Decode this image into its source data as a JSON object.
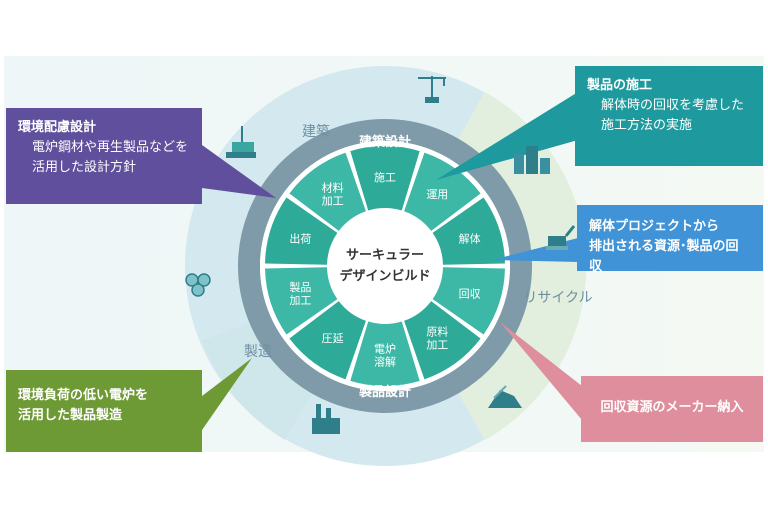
{
  "center_label": [
    "サーキュラー",
    "デザインビルド"
  ],
  "top_band_label": "建築設計",
  "bottom_band_label": "製品設計",
  "outer_labels": {
    "left_top": "建築",
    "left_bottom": "製造",
    "right": "リサイクル"
  },
  "segments": [
    {
      "lines": [
        "施工"
      ]
    },
    {
      "lines": [
        "運用"
      ]
    },
    {
      "lines": [
        "解体"
      ]
    },
    {
      "lines": [
        "回収"
      ]
    },
    {
      "lines": [
        "原料",
        "加工"
      ]
    },
    {
      "lines": [
        "電炉",
        "溶解"
      ]
    },
    {
      "lines": [
        "圧延"
      ]
    },
    {
      "lines": [
        "製品",
        "加工"
      ]
    },
    {
      "lines": [
        "出荷"
      ]
    },
    {
      "lines": [
        "材料",
        "加工"
      ]
    }
  ],
  "callouts": {
    "env_design": {
      "heading": "環境配慮設計",
      "body": [
        "電炉鋼材や再生製品などを",
        "活用した設計方針"
      ]
    },
    "construction": {
      "heading": "製品の施工",
      "body": [
        "解体時の回収を考慮した",
        "施工方法の実施"
      ]
    },
    "demolition": {
      "heading": "解体プロジェクトから",
      "heading2": "排出される資源･製品の回収"
    },
    "low_env": {
      "heading": "環境負荷の低い電炉を",
      "heading2": "活用した製品製造"
    },
    "delivery": {
      "heading": "回収資源のメーカー納入"
    }
  },
  "icons": [
    "crane-icon",
    "hook-load-icon",
    "buildings-icon",
    "excavator-icon",
    "pipes-icon",
    "factory-icon",
    "scrap-pile-icon"
  ],
  "colors": {
    "segment": "#2daa98",
    "segment_alt": "#3db8a6",
    "band": "#7f9aa8",
    "outer_ring_blue": "#d3e9ef",
    "outer_ring_green": "#e2efde",
    "purple": "#5f4f9c",
    "teal": "#1e9a9e",
    "blue": "#3f93d6",
    "green": "#6e9a36",
    "pink": "#de8e9c"
  }
}
